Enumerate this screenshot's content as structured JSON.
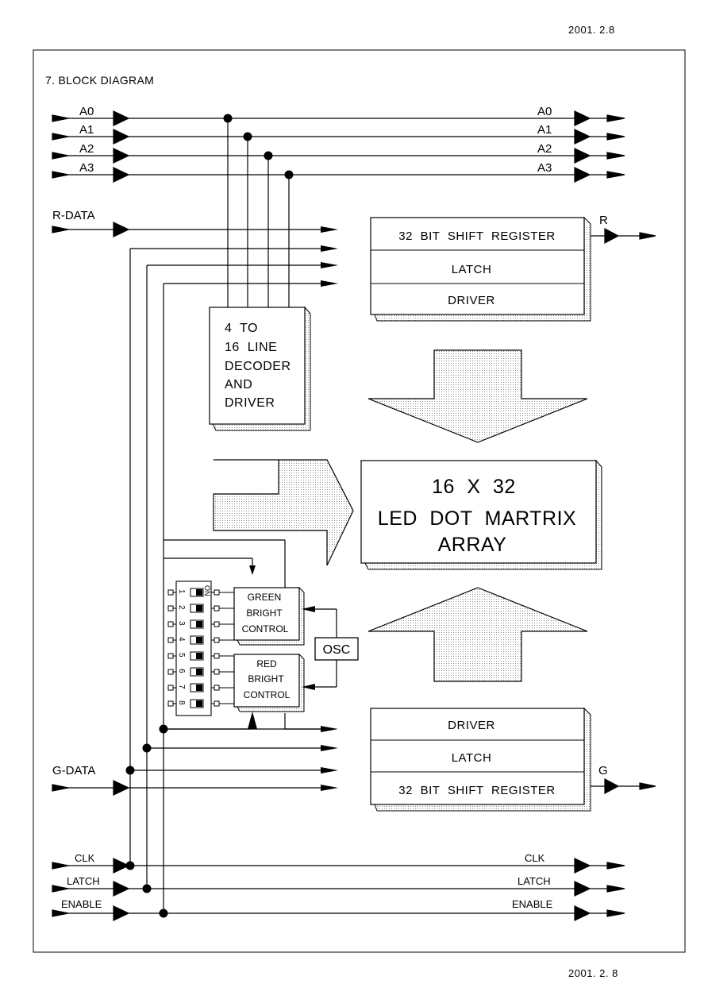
{
  "header": {
    "date": "2001. 2.8"
  },
  "footer": {
    "date": "2001. 2. 8"
  },
  "section_title": "7. BLOCK DIAGRAM",
  "inputs": {
    "address": [
      "A0",
      "A1",
      "A2",
      "A3"
    ],
    "r_data": "R-DATA",
    "g_data": "G-DATA",
    "clk": "CLK",
    "latch": "LATCH",
    "enable": "ENABLE"
  },
  "outputs": {
    "address": [
      "A0",
      "A1",
      "A2",
      "A3"
    ],
    "r": "R",
    "g": "G",
    "clk": "CLK",
    "latch": "LATCH",
    "enable": "ENABLE"
  },
  "red_register_stack": {
    "shift": "32 BIT SHIFT REGISTER",
    "latch": "LATCH",
    "driver": "DRIVER"
  },
  "green_register_stack": {
    "driver": "DRIVER",
    "latch": "LATCH",
    "shift": "32 BIT SHIFT REGISTER"
  },
  "decoder": {
    "lines": [
      "4 TO",
      "16 LINE",
      "DECODER",
      "AND",
      "DRIVER"
    ]
  },
  "matrix": {
    "lines": [
      "16 X 32",
      "LED DOT MARTRIX",
      "ARRAY"
    ]
  },
  "green_control": {
    "lines": [
      "GREEN",
      "BRIGHT",
      "CONTROL"
    ]
  },
  "red_control": {
    "lines": [
      "RED",
      "BRIGHT",
      "CONTROL"
    ]
  },
  "osc": "OSC",
  "dip_switch": {
    "on_label": "ON",
    "numbers": [
      "1",
      "2",
      "3",
      "4",
      "5",
      "6",
      "7",
      "8"
    ]
  }
}
